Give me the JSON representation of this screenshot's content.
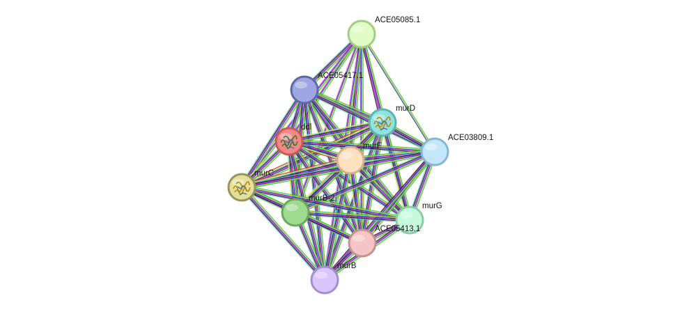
{
  "nodes": [
    {
      "id": "ACE05085.1",
      "label": "ACE05085.1",
      "fill": "#e1fbc4",
      "stroke": "#a2cc84",
      "structure": false
    },
    {
      "id": "ACE05417.1",
      "label": "ACE05417.1",
      "fill": "#9da6e0",
      "stroke": "#5c68a8",
      "structure": false
    },
    {
      "id": "murD",
      "label": "murD",
      "fill": "#8ee3e0",
      "stroke": "#5eb3b0",
      "structure": true
    },
    {
      "id": "ddl",
      "label": "ddl",
      "fill": "#f58787",
      "stroke": "#c75b5b",
      "structure": true
    },
    {
      "id": "murF",
      "label": "murF",
      "fill": "#fde0c0",
      "stroke": "#d3b18f",
      "structure": false
    },
    {
      "id": "ACE03809.1",
      "label": "ACE03809.1",
      "fill": "#c4e6fb",
      "stroke": "#85b7d4",
      "structure": false
    },
    {
      "id": "murC",
      "label": "murC",
      "fill": "#e3e09b",
      "stroke": "#9a9556",
      "structure": true
    },
    {
      "id": "murB-2",
      "label": "murB-2",
      "fill": "#9ddb8e",
      "stroke": "#6aa85c",
      "structure": false
    },
    {
      "id": "murG",
      "label": "murG",
      "fill": "#c4f9dd",
      "stroke": "#8bcba8",
      "structure": false
    },
    {
      "id": "ACE05413.1",
      "label": "ACE05413.1",
      "fill": "#f6c4c4",
      "stroke": "#c49292",
      "structure": false
    },
    {
      "id": "murB",
      "label": "murB",
      "fill": "#d9c4fb",
      "stroke": "#a38fcc",
      "structure": false
    }
  ],
  "edge_colors": [
    "#3fbf3f",
    "#b8dd46",
    "#3030d0",
    "#d030d0",
    "#1d1d1d",
    "#56c0c0",
    "#e8e36a",
    "#c93030"
  ],
  "edges": [
    [
      "ACE05085.1",
      "ACE05417.1",
      6
    ],
    [
      "ACE05085.1",
      "ddl",
      4
    ],
    [
      "ACE05085.1",
      "murF",
      5
    ],
    [
      "ACE05085.1",
      "murD",
      5
    ],
    [
      "ACE05085.1",
      "murC",
      4
    ],
    [
      "ACE05085.1",
      "murB-2",
      4
    ],
    [
      "ACE05085.1",
      "murG",
      4
    ],
    [
      "ACE05085.1",
      "ACE05413.1",
      4
    ],
    [
      "ACE05085.1",
      "murB",
      4
    ],
    [
      "ACE05085.1",
      "ACE03809.1",
      3
    ],
    [
      "ACE05417.1",
      "murD",
      7
    ],
    [
      "ACE05417.1",
      "ddl",
      6
    ],
    [
      "ACE05417.1",
      "murF",
      7
    ],
    [
      "ACE05417.1",
      "ACE03809.1",
      6
    ],
    [
      "ACE05417.1",
      "murC",
      6
    ],
    [
      "ACE05417.1",
      "murB-2",
      6
    ],
    [
      "ACE05417.1",
      "murG",
      6
    ],
    [
      "ACE05417.1",
      "ACE05413.1",
      6
    ],
    [
      "ACE05417.1",
      "murB",
      6
    ],
    [
      "murD",
      "ddl",
      7
    ],
    [
      "murD",
      "murF",
      8
    ],
    [
      "murD",
      "ACE03809.1",
      6
    ],
    [
      "murD",
      "murC",
      8
    ],
    [
      "murD",
      "murB-2",
      7
    ],
    [
      "murD",
      "murG",
      7
    ],
    [
      "murD",
      "ACE05413.1",
      6
    ],
    [
      "murD",
      "murB",
      6
    ],
    [
      "ddl",
      "murF",
      8
    ],
    [
      "ddl",
      "ACE03809.1",
      6
    ],
    [
      "ddl",
      "murC",
      7
    ],
    [
      "ddl",
      "murB-2",
      7
    ],
    [
      "ddl",
      "murG",
      6
    ],
    [
      "ddl",
      "ACE05413.1",
      6
    ],
    [
      "ddl",
      "murB",
      6
    ],
    [
      "murF",
      "ACE03809.1",
      7
    ],
    [
      "murF",
      "murC",
      8
    ],
    [
      "murF",
      "murB-2",
      7
    ],
    [
      "murF",
      "murG",
      7
    ],
    [
      "murF",
      "ACE05413.1",
      7
    ],
    [
      "murF",
      "murB",
      6
    ],
    [
      "ACE03809.1",
      "murC",
      6
    ],
    [
      "ACE03809.1",
      "murB-2",
      6
    ],
    [
      "ACE03809.1",
      "murG",
      6
    ],
    [
      "ACE03809.1",
      "ACE05413.1",
      6
    ],
    [
      "ACE03809.1",
      "murB",
      5
    ],
    [
      "murC",
      "murB-2",
      7
    ],
    [
      "murC",
      "murG",
      6
    ],
    [
      "murC",
      "ACE05413.1",
      6
    ],
    [
      "murC",
      "murB",
      6
    ],
    [
      "murB-2",
      "murG",
      6
    ],
    [
      "murB-2",
      "ACE05413.1",
      6
    ],
    [
      "murB-2",
      "murB",
      6
    ],
    [
      "murG",
      "ACE05413.1",
      5
    ],
    [
      "murG",
      "murB",
      5
    ],
    [
      "ACE05413.1",
      "murB",
      5
    ]
  ]
}
